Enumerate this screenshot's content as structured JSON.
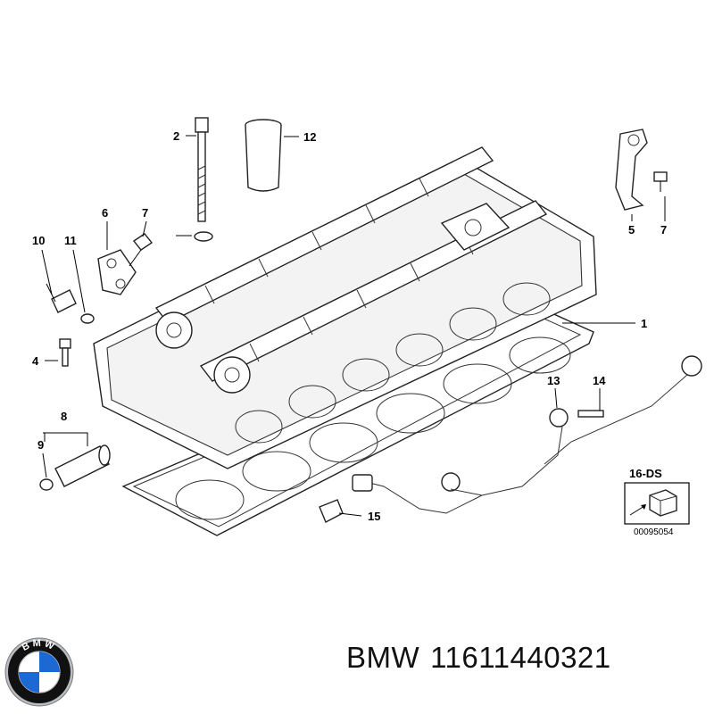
{
  "diagram": {
    "callouts": [
      "1",
      "2",
      "4",
      "5",
      "6",
      "7",
      "7",
      "8",
      "9",
      "10",
      "11",
      "12",
      "13",
      "14",
      "15"
    ],
    "ref_box_label": "16-DS",
    "ref_box_code": "00095054"
  },
  "logo": {
    "brand_text": "BMW",
    "colors": {
      "blue": "#1c69d4",
      "black": "#111111",
      "silver": "#b9bcc0",
      "white": "#ffffff"
    }
  },
  "caption": {
    "brand": "BMW",
    "part_number": "11611440321"
  }
}
